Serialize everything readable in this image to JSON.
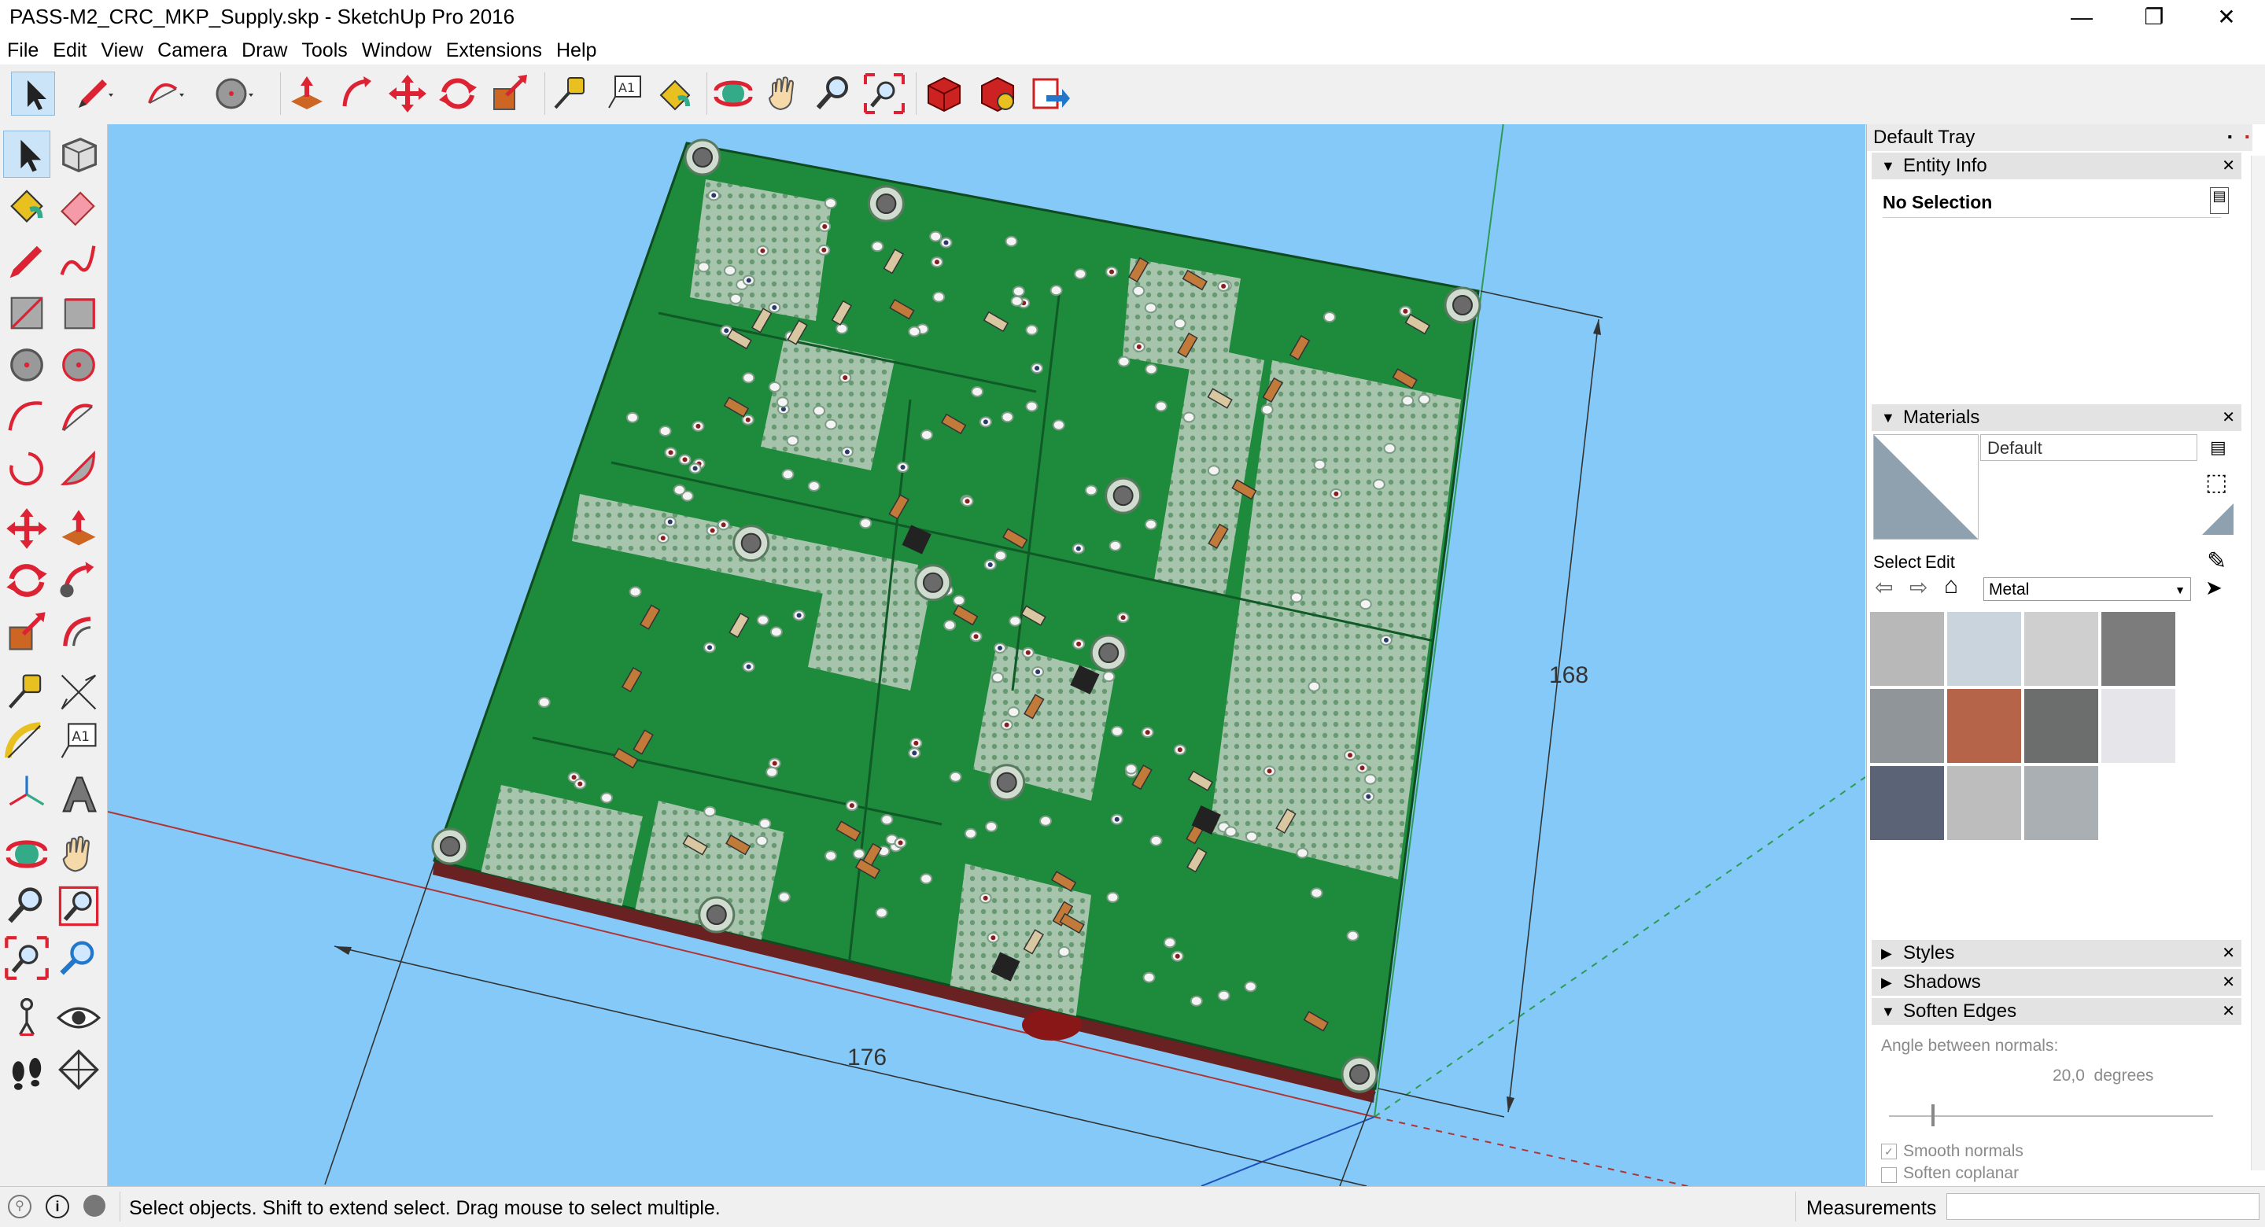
{
  "window": {
    "title": "PASS-M2_CRC_MKP_Supply.skp - SketchUp Pro 2016",
    "minimize": "—",
    "restore": "❐",
    "close": "✕"
  },
  "menu": [
    "File",
    "Edit",
    "View",
    "Camera",
    "Draw",
    "Tools",
    "Window",
    "Extensions",
    "Help"
  ],
  "viewport": {
    "dimension_width": "176",
    "dimension_height": "168",
    "model_color": "#1e8a3c",
    "sky_color": "#84c9f7"
  },
  "tray": {
    "title": "Default Tray",
    "entity_info": {
      "header": "Entity Info",
      "selection": "No Selection"
    },
    "materials": {
      "header": "Materials",
      "name": "Default",
      "tab_select": "Select",
      "tab_edit": "Edit",
      "library": "Metal",
      "swatch_colors": [
        "#b8b8b8",
        "#c9d4dd",
        "#cfcfcf",
        "#7c7c7c",
        "#8f9598",
        "#b5644a",
        "#6c6e6e",
        "#e6e6ea",
        "#5b6476",
        "#bdbdbd",
        "#a9afb2"
      ]
    },
    "styles": {
      "header": "Styles"
    },
    "shadows": {
      "header": "Shadows"
    },
    "soften_edges": {
      "header": "Soften Edges",
      "angle_label": "Angle between normals:",
      "angle_value": "20,0  degrees",
      "smooth_normals": "Smooth normals",
      "soften_coplanar": "Soften coplanar"
    }
  },
  "status": {
    "hint": "Select objects. Shift to extend select. Drag mouse to select multiple.",
    "measurements_label": "Measurements"
  }
}
